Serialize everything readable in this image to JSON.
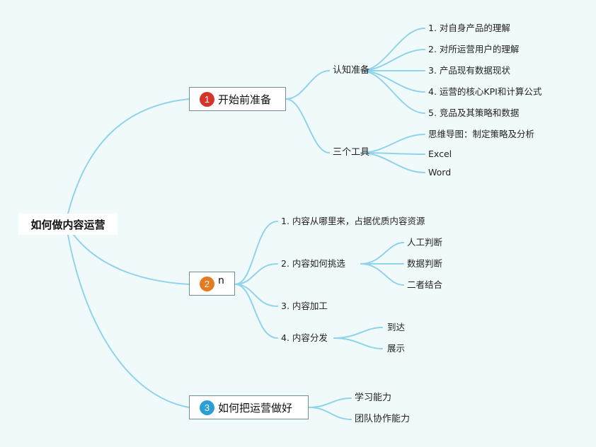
{
  "colors": {
    "background": "#f1fafb",
    "edge": "#8fd3ec",
    "badge_1": "#d4342a",
    "badge_2": "#e57a1f",
    "badge_3": "#2a9fd6"
  },
  "root": {
    "label": "如何做内容运营"
  },
  "topics": [
    {
      "number": "1",
      "title": "开始前准备",
      "subtopics": [
        {
          "label": "认知准备",
          "items": [
            "1. 对自身产品的理解",
            "2. 对所运营用户的理解",
            "3. 产品现有数据现状",
            "4. 运营的核心KPI和计算公式",
            "5. 竞品及其策略和数据"
          ]
        },
        {
          "label": "三个工具",
          "items": [
            "思维导图：制定策略及分析",
            "Excel",
            "Word"
          ]
        }
      ]
    },
    {
      "number": "2",
      "title": "n",
      "subtopics": [
        {
          "label": "1. 内容从哪里来，占据优质内容资源",
          "items": []
        },
        {
          "label": "2. 内容如何挑选",
          "items": [
            "人工判断",
            "数据判断",
            "二者结合"
          ]
        },
        {
          "label": "3. 内容加工",
          "items": []
        },
        {
          "label": "4. 内容分发",
          "items": [
            "到达",
            "展示"
          ]
        }
      ]
    },
    {
      "number": "3",
      "title": "如何把运营做好",
      "subtopics": [
        {
          "label": "学习能力",
          "items": []
        },
        {
          "label": "团队协作能力",
          "items": []
        }
      ]
    }
  ]
}
